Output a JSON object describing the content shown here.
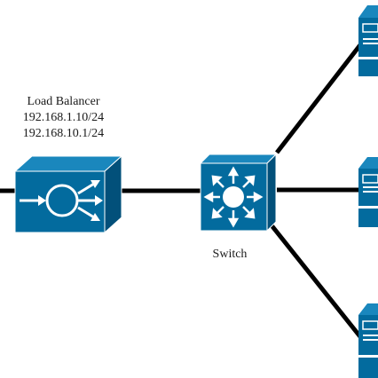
{
  "diagram": {
    "load_balancer": {
      "name": "Load Balancer",
      "ip_lines": [
        "192.168.1.10/24",
        "192.168.10.1/24"
      ],
      "icon": "load-balancer-icon"
    },
    "switch": {
      "name": "Switch",
      "icon": "layer3-switch-icon"
    },
    "servers": [
      {
        "icon": "server-icon"
      },
      {
        "icon": "server-icon"
      },
      {
        "icon": "server-icon"
      }
    ],
    "colors": {
      "device_front": "#036b9e",
      "device_top": "#1a87bd",
      "device_side": "#02507a",
      "link": "#000000"
    }
  }
}
